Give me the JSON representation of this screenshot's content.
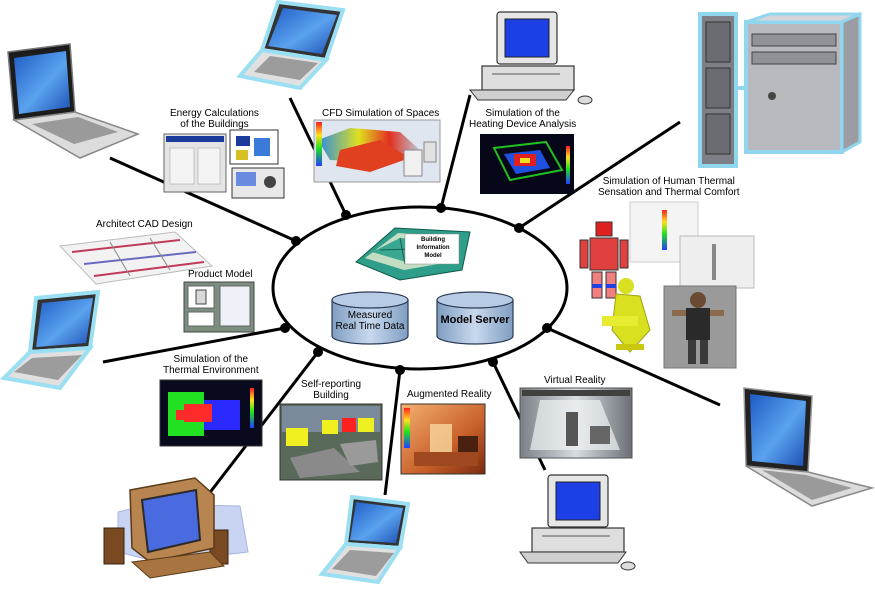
{
  "hub": {
    "bim_label": [
      "Building",
      "Information",
      "Model"
    ],
    "database_label": [
      "Measured",
      "Real Time Data"
    ],
    "server_label": "Model Server"
  },
  "labels": {
    "energy": [
      "Energy Calculations",
      "of the Buildings"
    ],
    "cfd": "CFD Simulation of Spaces",
    "heating": [
      "Simulation of the",
      "Heating Device Analysis"
    ],
    "human": [
      "Simulation of Human Thermal",
      "Sensation and Thermal Comfort"
    ],
    "architect": "Architect CAD Design",
    "product": "Product Model",
    "thermal_env": [
      "Simulation of the",
      "Thermal Environment"
    ],
    "self_reporting": [
      "Self-reporting",
      "Building"
    ],
    "augmented": "Augmented Reality",
    "virtual": "Virtual Reality"
  },
  "colors": {
    "line": "#000000",
    "screen_blue": "#1f4fd8",
    "laptop_screen": "#2f6fd6",
    "device_outline": "#8fd6ee",
    "thermal_red": "#ff2a2a",
    "thermal_green": "#22e022",
    "thermal_bg": "#0a0a1e"
  }
}
